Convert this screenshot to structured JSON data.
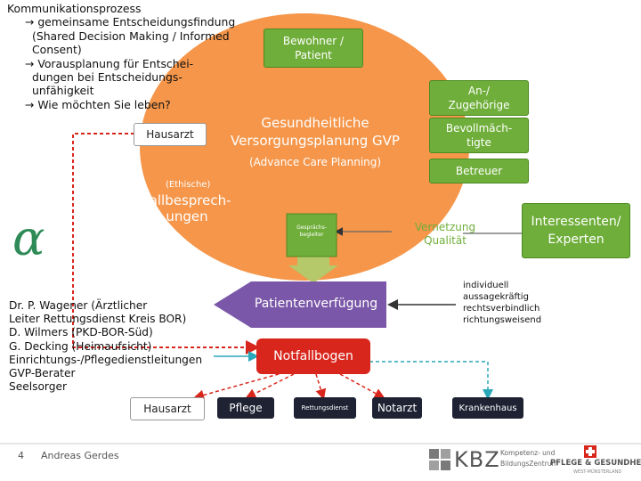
{
  "top_text": {
    "title": "Kommunikationsprozess",
    "lines": [
      "→ gemeinsame Entscheidungsfindung",
      "(Shared Decision Making / Informed",
      "Consent)",
      "→ Vorausplanung für Entschei-",
      "dungen bei Entscheidungs-",
      "unfähigkeit",
      "→ Wie möchten Sie leben?"
    ]
  },
  "circle": {
    "title_line1": "Gesundheitliche",
    "title_line2": "Versorgungsplanung GVP",
    "subtitle": "(Advance Care Planning)",
    "color": "#f5964a"
  },
  "boxes": {
    "bewohner": "Bewohner /\nPatient",
    "hausarzt_top": "Hausarzt",
    "angehoerige": "An-/\nZugehörige",
    "bevollmaechtigte": "Bevollmäch-\ntigte",
    "betreuer": "Betreuer",
    "fallbesprechung_small": "(Ethische)",
    "fallbesprechung": "Fallbesprech-\nungen",
    "gespraechsbegleiter": "Gesprächs-\nbegleiter",
    "vernetzung": "Vernetzung\nQualität",
    "interessenten": "Interessenten/\nExperten",
    "patientenverfuegung": "Patientenverfügung",
    "notfallbogen": "Notfallbogen",
    "hausarzt_bottom": "Hausarzt",
    "pflege": "Pflege",
    "rettungsdienst": "Rettungsdienst",
    "notarzt": "Notarzt",
    "krankenhaus": "Krankenhaus"
  },
  "attributes": [
    "individuell",
    "aussagekräftig",
    "rechtsverbindlich",
    "richtungsweisend"
  ],
  "names": "Dr. P. Wagener (Ärztlicher\nLeiter Rettungsdienst Kreis BOR)\nD. Wilmers (PKD-BOR-Süd)\nG. Decking (Heimaufsicht)\nEinrichtungs-/Pflegedienstleitungen\nGVP-Berater\nSeelsorger",
  "footer": {
    "page_number": "4",
    "author": "Andreas Gerdes",
    "kbz_logo_text": "KBZ",
    "kbz_sub1": "Kompetenz- und",
    "kbz_sub2": "BildungsZentrum",
    "pflege_logo_text": "PFLEGE & GESUNDHEIT",
    "pflege_logo_sub": "WEST-MÜNSTERLAND"
  },
  "colors": {
    "orange": "#f5964a",
    "green": "#6fae3a",
    "dark": "#1e2233",
    "purple": "#7a57a8",
    "red": "#d9261c",
    "teal_arrow": "#2aa7b8",
    "olive": "#b5c86a"
  }
}
